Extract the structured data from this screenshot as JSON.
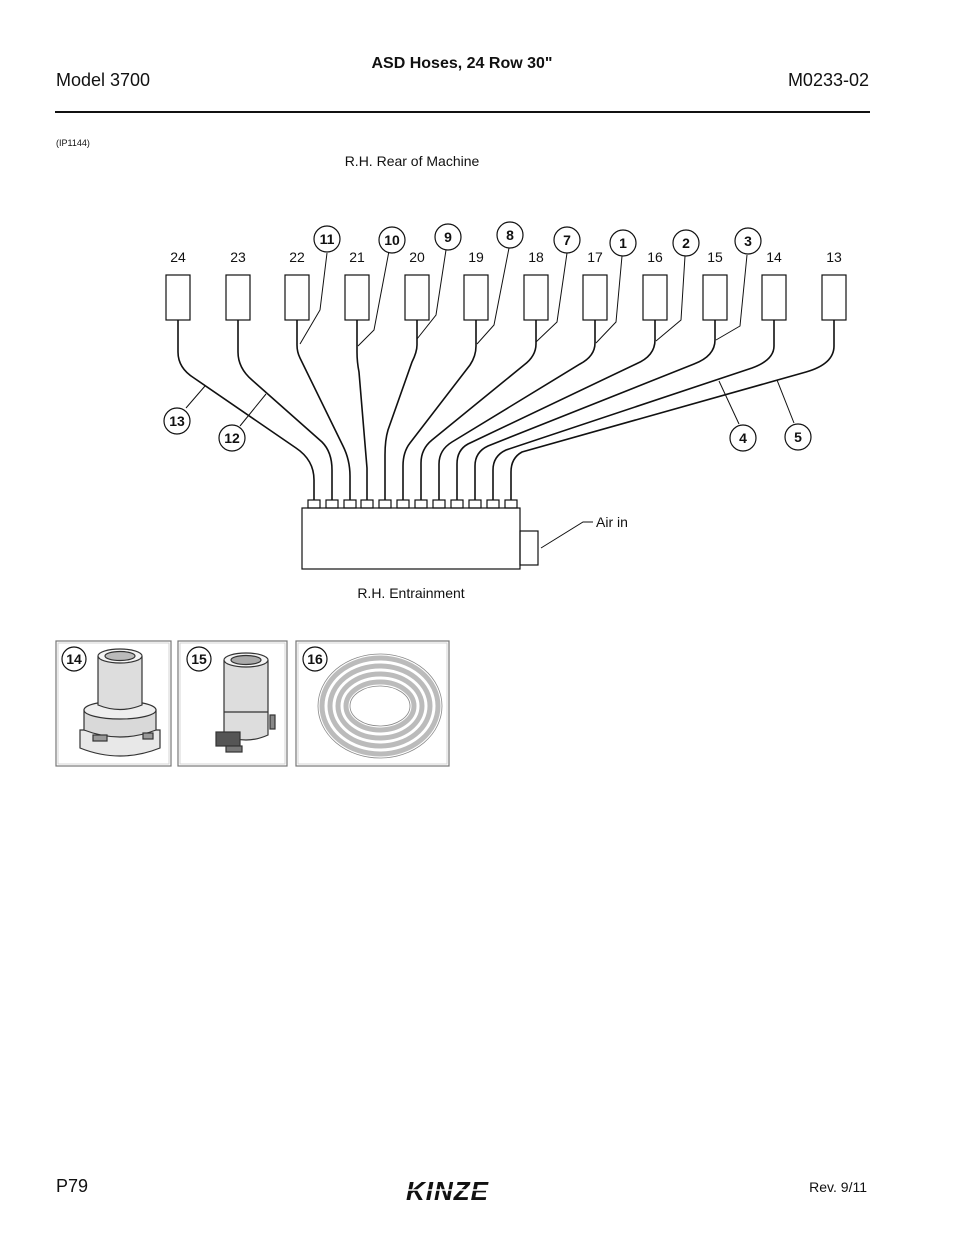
{
  "header": {
    "model": "Model 3700",
    "title": "ASD Hoses, 24 Row 30\"",
    "doc_number": "M0233-02"
  },
  "figure_ref": "(IP1144)",
  "diagram": {
    "top_label": "R.H. Rear of Machine",
    "bottom_label": "R.H. Entrainment",
    "air_label": "Air in",
    "row_numbers": [
      "24",
      "23",
      "22",
      "21",
      "20",
      "19",
      "18",
      "17",
      "16",
      "15",
      "14",
      "13"
    ],
    "callouts_top": [
      "11",
      "10",
      "9",
      "8",
      "7",
      "1",
      "2",
      "3"
    ],
    "callouts_hose": [
      "13",
      "12",
      "4",
      "5"
    ],
    "detail_callouts": [
      "14",
      "15",
      "16"
    ]
  },
  "footer": {
    "page": "P79",
    "brand": "KINZE",
    "revision": "Rev. 9/11"
  }
}
